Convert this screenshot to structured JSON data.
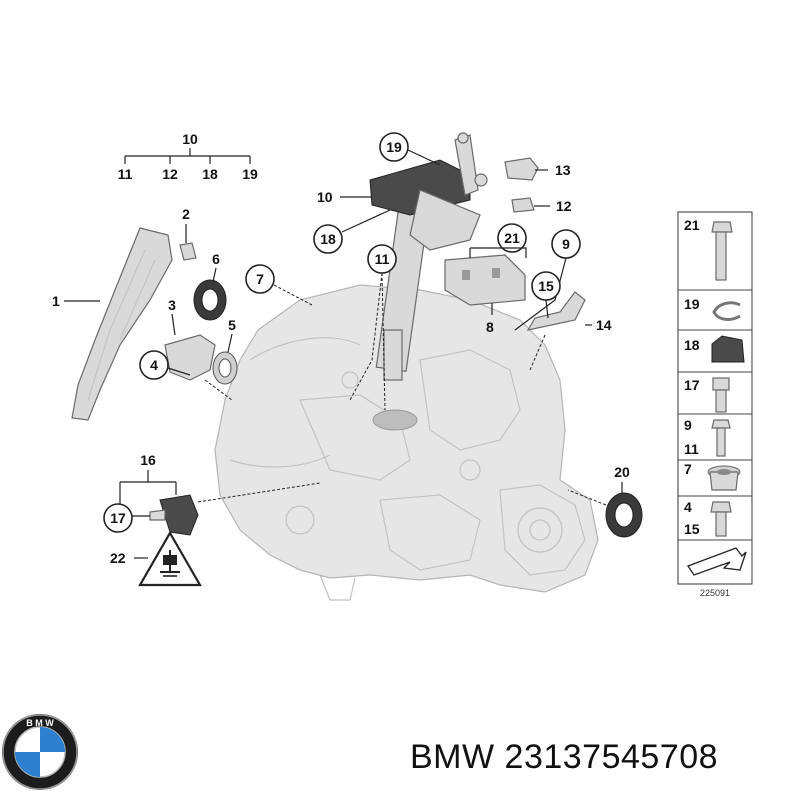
{
  "diagram": {
    "callouts": {
      "c10_top": "10",
      "c11_top": "11",
      "c12_top": "12",
      "c18_top": "18",
      "c19_top": "19",
      "c19_circ": "19",
      "c13": "13",
      "c10_mid": "10",
      "c12_mid": "12",
      "c18_circ": "18",
      "c2": "2",
      "c6": "6",
      "c7": "7",
      "c11_circ": "11",
      "c21_circ": "21",
      "c9": "9",
      "c1": "1",
      "c3": "3",
      "c5": "5",
      "c4_circ": "4",
      "c8": "8",
      "c15_circ": "15",
      "c14": "14",
      "c16": "16",
      "c17_circ": "17",
      "c22": "22",
      "c20": "20"
    },
    "legend": {
      "l21": "21",
      "l19": "19",
      "l18": "18",
      "l17": "17",
      "l9": "9",
      "l11": "11",
      "l7": "7",
      "l4": "4",
      "l15": "15"
    },
    "catalog_number": "225091"
  },
  "footer": {
    "brand_caption": "BMW 23137545708"
  }
}
